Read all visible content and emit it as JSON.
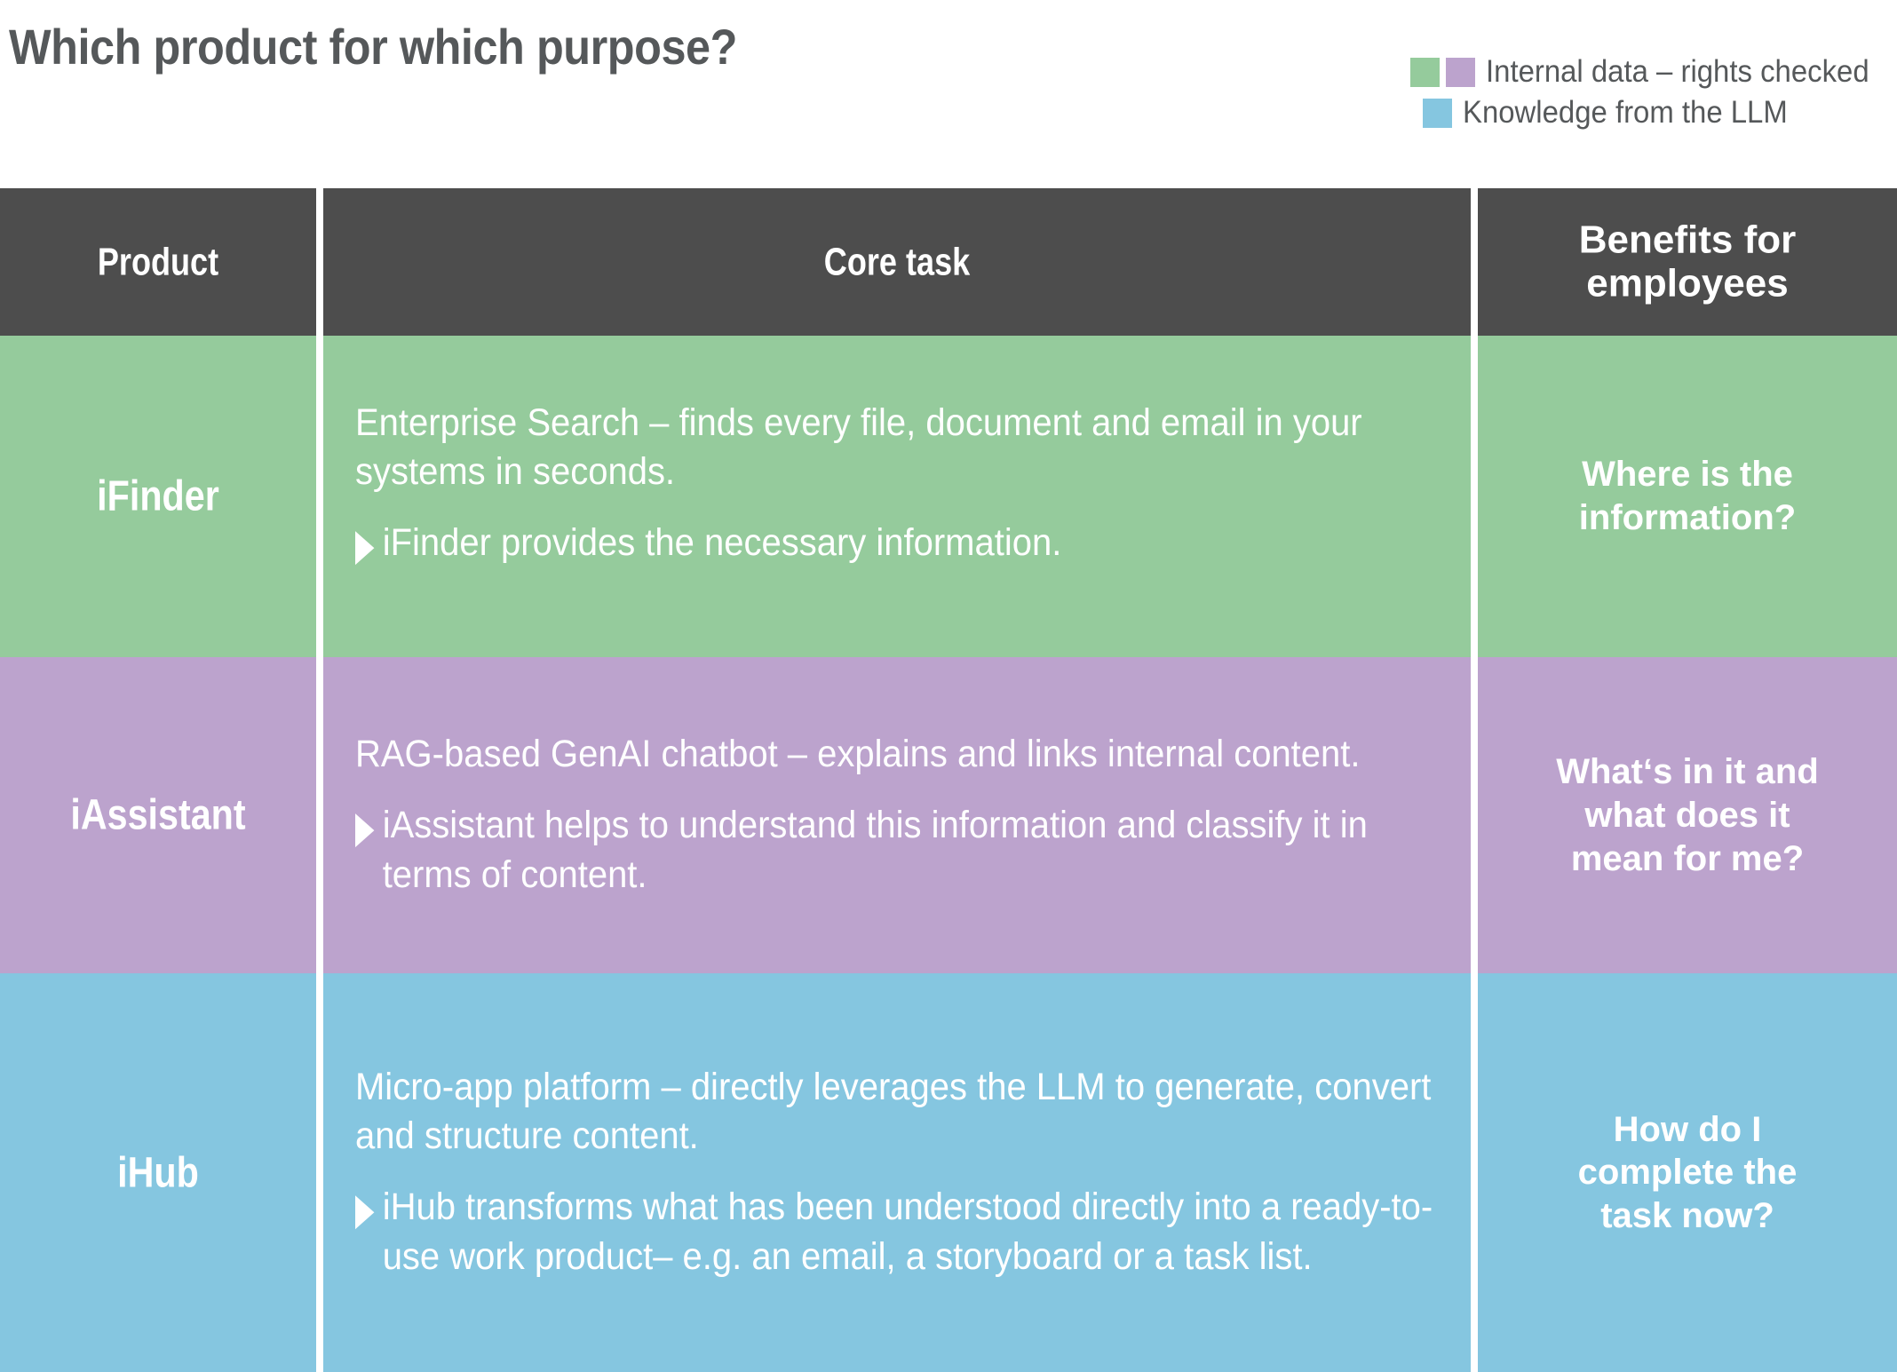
{
  "title": "Which product for which purpose?",
  "colors": {
    "title_text": "#55585a",
    "header_bg": "#4d4d4d",
    "green": "#95cb9c",
    "purple": "#bca3cd",
    "blue": "#85c6e0",
    "cell_text": "#ffffff",
    "page_bg": "#ffffff"
  },
  "legend": {
    "items": [
      {
        "label": "Internal data – rights checked",
        "swatches": [
          "#95cb9c",
          "#bca3cd"
        ]
      },
      {
        "label": "Knowledge from the LLM",
        "swatches": [
          "#85c6e0"
        ]
      }
    ]
  },
  "table": {
    "headers": {
      "product": "Product",
      "core_task": "Core task",
      "benefits": "Benefits for\nemployees",
      "benefits_line1": "Benefits for",
      "benefits_line2": "employees"
    },
    "rows": [
      {
        "product": "iFinder",
        "color": "#95cb9c",
        "lead": "Enterprise Search – finds every file, document and email in your systems in seconds.",
        "bullet": "iFinder provides the necessary information.",
        "bullet_icon": "triangle-right-icon",
        "benefit_line1": "Where is the",
        "benefit_line2": "information?",
        "benefit": "Where is the information?"
      },
      {
        "product": "iAssistant",
        "color": "#bca3cd",
        "lead": "RAG-based GenAI chatbot – explains and links internal content.",
        "bullet": "iAssistant helps to understand this information and classify it in terms of content.",
        "bullet_icon": "triangle-right-icon",
        "benefit_line1": "What‘s in it and",
        "benefit_line2": "what does it",
        "benefit_line3": "mean for me?",
        "benefit": "What‘s in it and what does it mean for me?"
      },
      {
        "product": "iHub",
        "color": "#85c6e0",
        "lead": "Micro-app platform – directly leverages the LLM to generate, convert and structure content.",
        "bullet": "iHub transforms what has been understood directly into a ready-to-use work product– e.g. an email, a storyboard or a task list.",
        "bullet_icon": "triangle-right-icon",
        "benefit_line1": "How do I",
        "benefit_line2": "complete the",
        "benefit_line3": "task now?",
        "benefit": "How do I complete the task now?"
      }
    ]
  }
}
